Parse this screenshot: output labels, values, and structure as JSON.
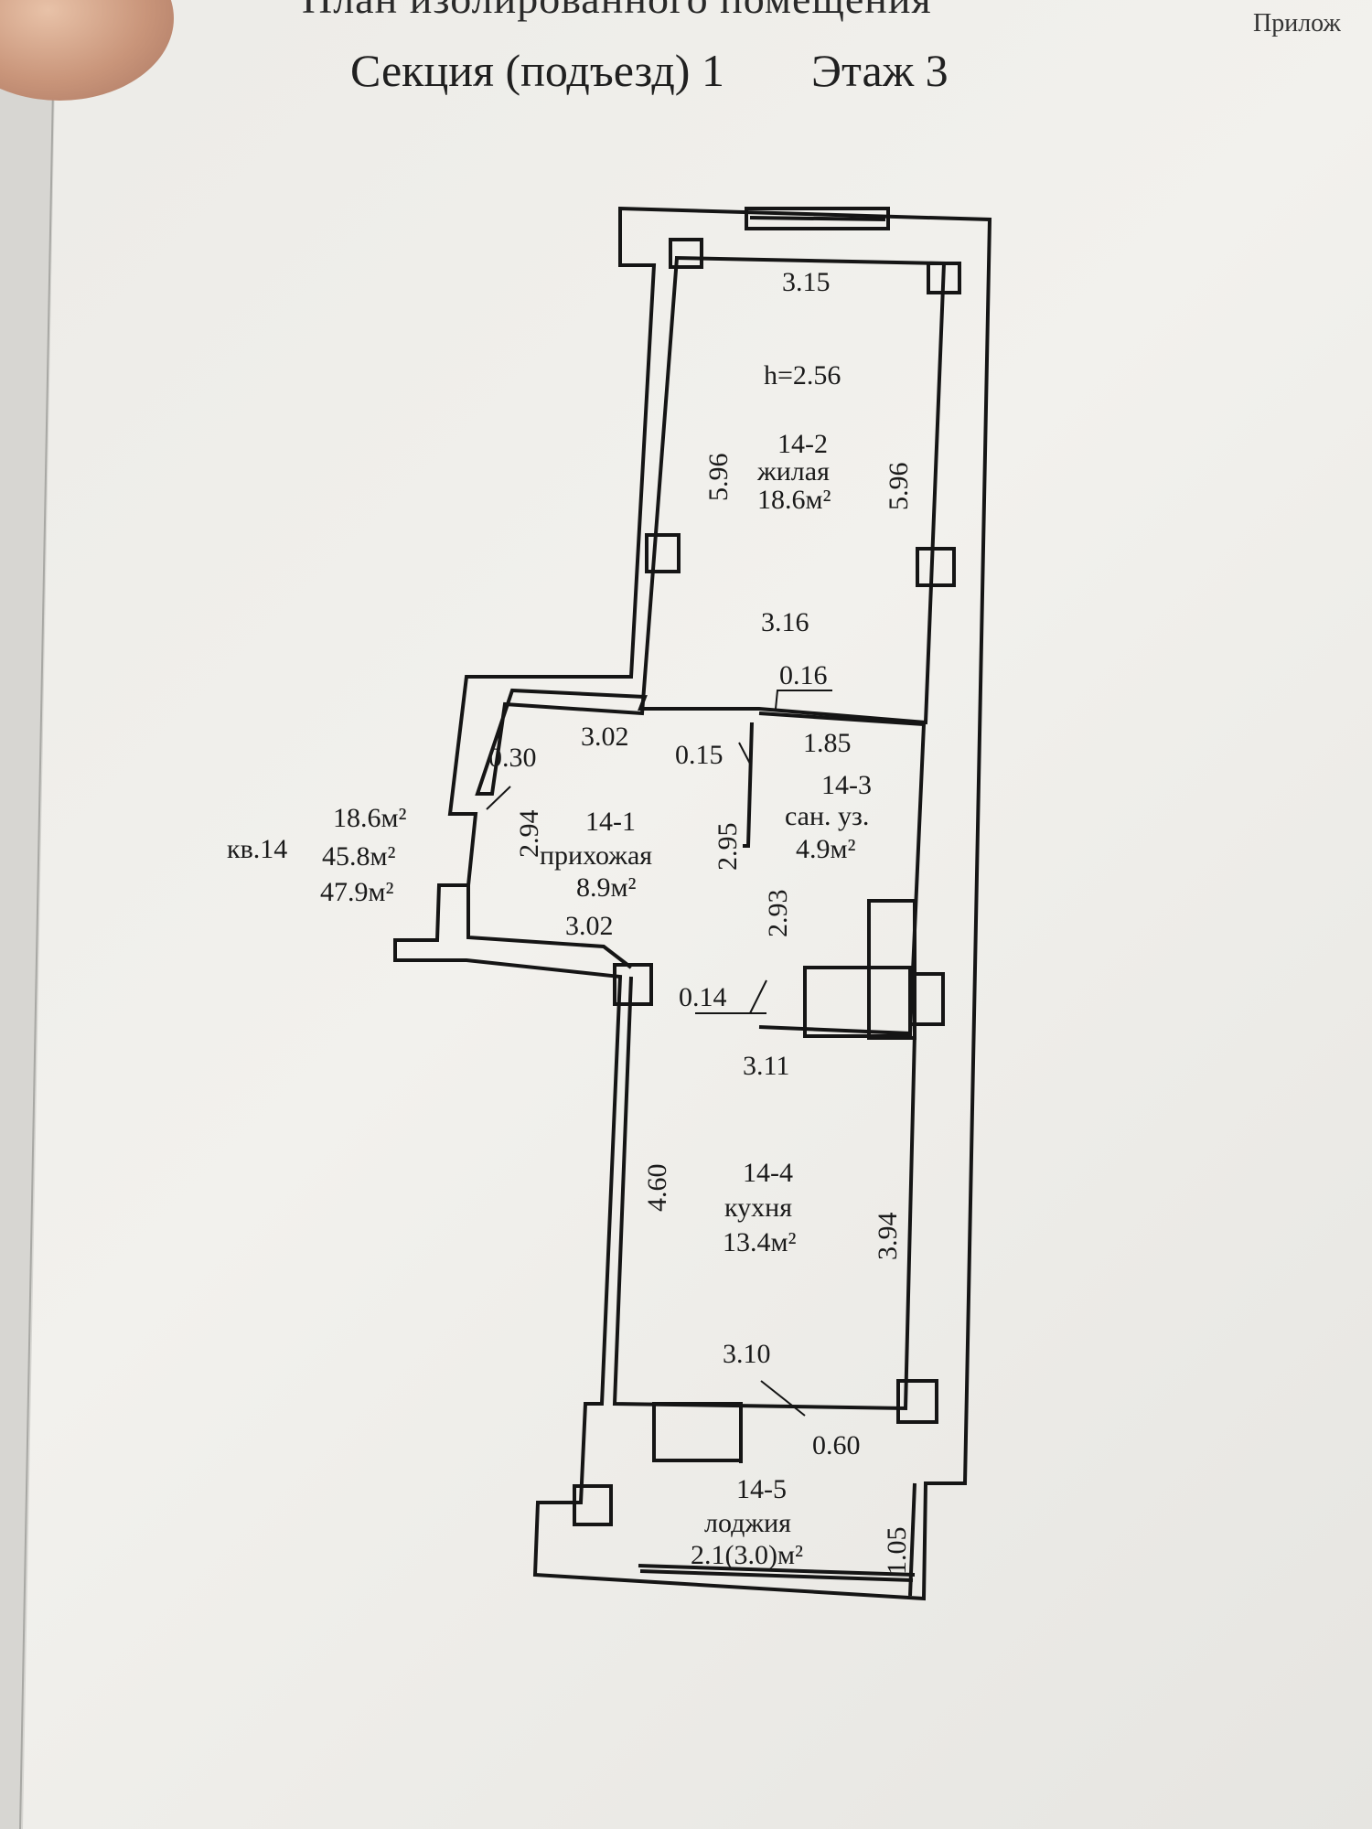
{
  "header": {
    "title": "План изолированного помещения",
    "section_floor": "Секция (подъезд) 1",
    "floor": "Этаж 3",
    "appendix": "Прилож"
  },
  "apartment": {
    "number": "кв.14",
    "living_area": "18.6м²",
    "total_area": "45.8м²",
    "total_with_loggia": "47.9м²"
  },
  "rooms": [
    {
      "id": "14-2",
      "name": "жилая",
      "area": "18.6м²",
      "height": "h=2.56"
    },
    {
      "id": "14-1",
      "name": "прихожая",
      "area": "8.9м²"
    },
    {
      "id": "14-3",
      "name": "сан. уз.",
      "area": "4.9м²"
    },
    {
      "id": "14-4",
      "name": "кухня",
      "area": "13.4м²"
    },
    {
      "id": "14-5",
      "name": "лоджия",
      "area": "2.1(3.0)м²"
    }
  ],
  "dimensions": {
    "living_top": "3.15",
    "living_left": "5.96",
    "living_right": "5.96",
    "living_bottom": "3.16",
    "wall_016": "0.16",
    "hall_top": "3.02",
    "wall_030": "0.30",
    "wall_015": "0.15",
    "bath_top": "1.85",
    "hall_left": "2.94",
    "hall_right": "2.95",
    "bath_left": "2.93",
    "hall_bottom": "3.02",
    "wall_014": "0.14",
    "kitchen_top": "3.11",
    "kitchen_left": "4.60",
    "kitchen_right": "3.94",
    "kitchen_bottom": "3.10",
    "wall_060": "0.60",
    "loggia_right": "1.05"
  }
}
